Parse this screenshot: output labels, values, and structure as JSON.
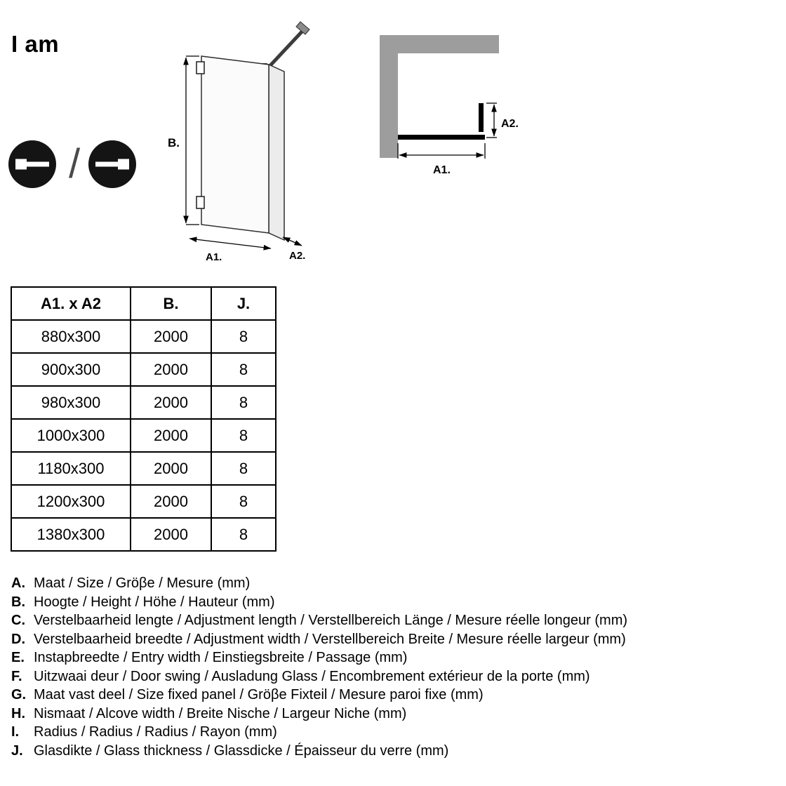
{
  "title": "I am",
  "icons": {
    "left": "panel-left-variant-icon",
    "right": "panel-right-variant-icon",
    "separator": "/"
  },
  "panel_diagram": {
    "height_label": "B.",
    "width_label": "A1.",
    "depth_label": "A2."
  },
  "top_view_diagram": {
    "width_label": "A1.",
    "depth_label": "A2."
  },
  "table": {
    "headers": [
      "A1. x A2",
      "B.",
      "J."
    ],
    "rows": [
      [
        "880x300",
        "2000",
        "8"
      ],
      [
        "900x300",
        "2000",
        "8"
      ],
      [
        "980x300",
        "2000",
        "8"
      ],
      [
        "1000x300",
        "2000",
        "8"
      ],
      [
        "1180x300",
        "2000",
        "8"
      ],
      [
        "1200x300",
        "2000",
        "8"
      ],
      [
        "1380x300",
        "2000",
        "8"
      ]
    ]
  },
  "legend": {
    "items": [
      {
        "key": "A.",
        "text": "Maat / Size / Gröβe / Mesure (mm)"
      },
      {
        "key": "B.",
        "text": "Hoogte / Height / Höhe / Hauteur (mm)"
      },
      {
        "key": "C.",
        "text": "Verstelbaarheid lengte / Adjustment length / Verstellbereich Länge / Mesure réelle longeur (mm)"
      },
      {
        "key": "D.",
        "text": "Verstelbaarheid breedte / Adjustment width / Verstellbereich Breite / Mesure réelle largeur (mm)"
      },
      {
        "key": "E.",
        "text": "Instapbreedte / Entry width / Einstiegsbreite / Passage (mm)"
      },
      {
        "key": "F.",
        "text": "Uitzwaai deur / Door swing / Ausladung Glass / Encombrement extérieur de la porte (mm)"
      },
      {
        "key": "G.",
        "text": "Maat vast deel / Size fixed panel / Gröβe Fixteil / Mesure paroi fixe (mm)"
      },
      {
        "key": "H.",
        "text": "Nismaat / Alcove width / Breite Nische / Largeur Niche (mm)"
      },
      {
        "key": "I.",
        "text": "Radius / Radius / Radius / Rayon (mm)"
      },
      {
        "key": "J.",
        "text": "Glasdikte / Glass thickness / Glassdicke / Épaisseur du verre (mm)"
      }
    ]
  },
  "colors": {
    "wall_gray": "#9d9d9d",
    "line_black": "#000000"
  }
}
